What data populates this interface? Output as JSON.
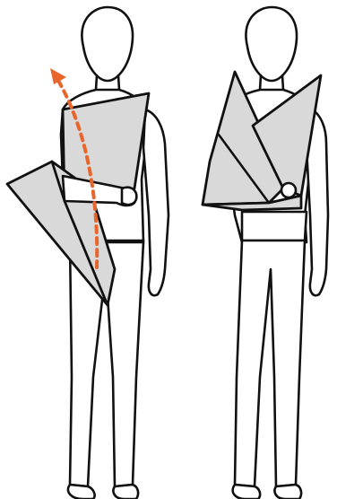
{
  "colors": {
    "sling_fill": "#d9d9d9",
    "arrow": "#e8652b",
    "outline": "#111111",
    "background": "#ffffff"
  },
  "figures": [
    {
      "name": "figure-left",
      "sling": "triangle-folded-diagonal",
      "arrow_icon": "dashed-arrow-up-icon"
    },
    {
      "name": "figure-right",
      "sling": "triangle-tied-at-shoulder"
    }
  ]
}
